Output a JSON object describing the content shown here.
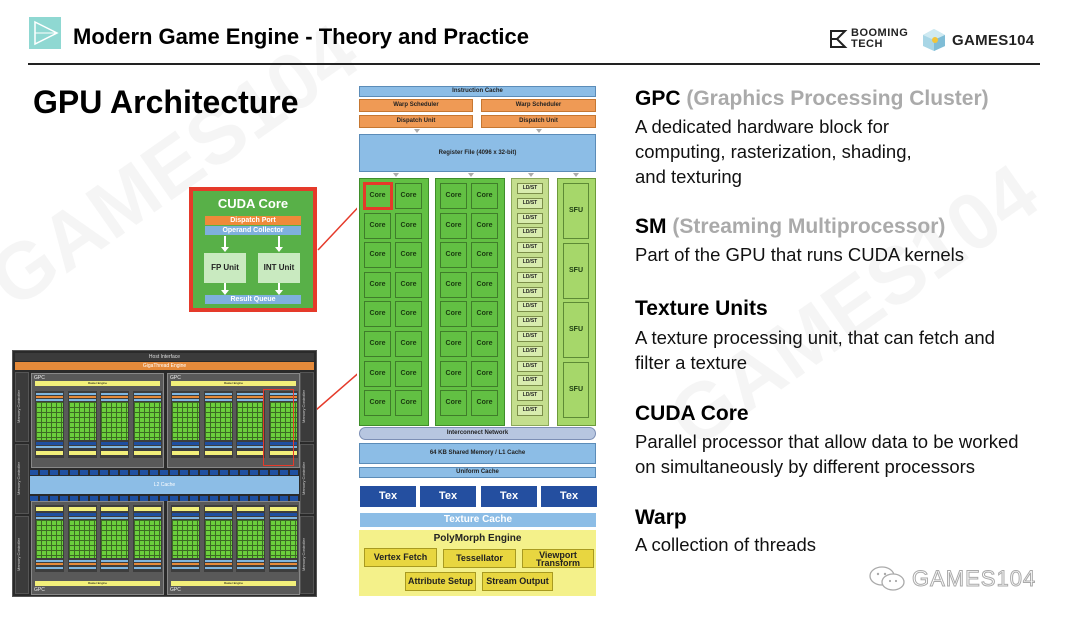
{
  "header": {
    "title": "Modern Game Engine - Theory and Practice",
    "brand_left_line1": "BOOMING",
    "brand_left_line2": "TECH",
    "brand_right": "GAMES104"
  },
  "page_title": "GPU Architecture",
  "cuda_core_inset": {
    "title": "CUDA Core",
    "dispatch_port": "Dispatch Port",
    "operand_collector": "Operand Collector",
    "fp_unit": "FP Unit",
    "int_unit": "INT Unit",
    "result_queue": "Result Queue"
  },
  "gpu_diagram": {
    "host_interface": "Host Interface",
    "gigathread_engine": "GigaThread Engine",
    "memory_controller": "Memory Controller",
    "gpc_label": "GPC",
    "raster_engine": "Raster Engine",
    "polymorph_engine": "Polymorph Engine",
    "l2_cache": "L2 Cache"
  },
  "sm_diagram": {
    "instruction_cache": "Instruction Cache",
    "warp_scheduler": "Warp Scheduler",
    "dispatch_unit": "Dispatch Unit",
    "register_file": "Register File (4096 x 32-bit)",
    "core_label": "Core",
    "ldst_label": "LD/ST",
    "sfu_label": "SFU",
    "interconnect": "Interconnect Network",
    "shared_memory": "64 KB Shared Memory / L1 Cache",
    "uniform_cache": "Uniform Cache",
    "tex_label": "Tex",
    "texture_cache": "Texture Cache",
    "polymorph_engine": "PolyMorph Engine",
    "vertex_fetch": "Vertex Fetch",
    "tessellator": "Tessellator",
    "viewport_transform": "Viewport Transform",
    "attribute_setup": "Attribute Setup",
    "stream_output": "Stream Output"
  },
  "definitions": [
    {
      "term": "GPC",
      "expansion": "(Graphics Processing Cluster)",
      "description": "A dedicated hardware block for\ncomputing, rasterization, shading,\nand texturing"
    },
    {
      "term": "SM",
      "expansion": "(Streaming Multiprocessor)",
      "description": "Part of the GPU that runs CUDA kernels"
    },
    {
      "term": "Texture Units",
      "expansion": "",
      "description": "A texture processing unit, that can fetch and\nfilter a texture"
    },
    {
      "term": "CUDA Core",
      "expansion": "",
      "description": "Parallel processor that allow data to be worked\non simultaneously by different processors"
    },
    {
      "term": "Warp",
      "expansion": "",
      "description": "A collection of threads"
    }
  ],
  "footer": {
    "wechat_label": "GAMES104"
  },
  "colors": {
    "accent_teal": "#8fd8d2",
    "highlight_red": "#e53a2a",
    "core_green": "#62c043",
    "cache_blue": "#8cbde6",
    "scheduler_orange": "#ef9a55",
    "tex_blue": "#244fa0",
    "polymorph_yellow": "#e8d640"
  }
}
